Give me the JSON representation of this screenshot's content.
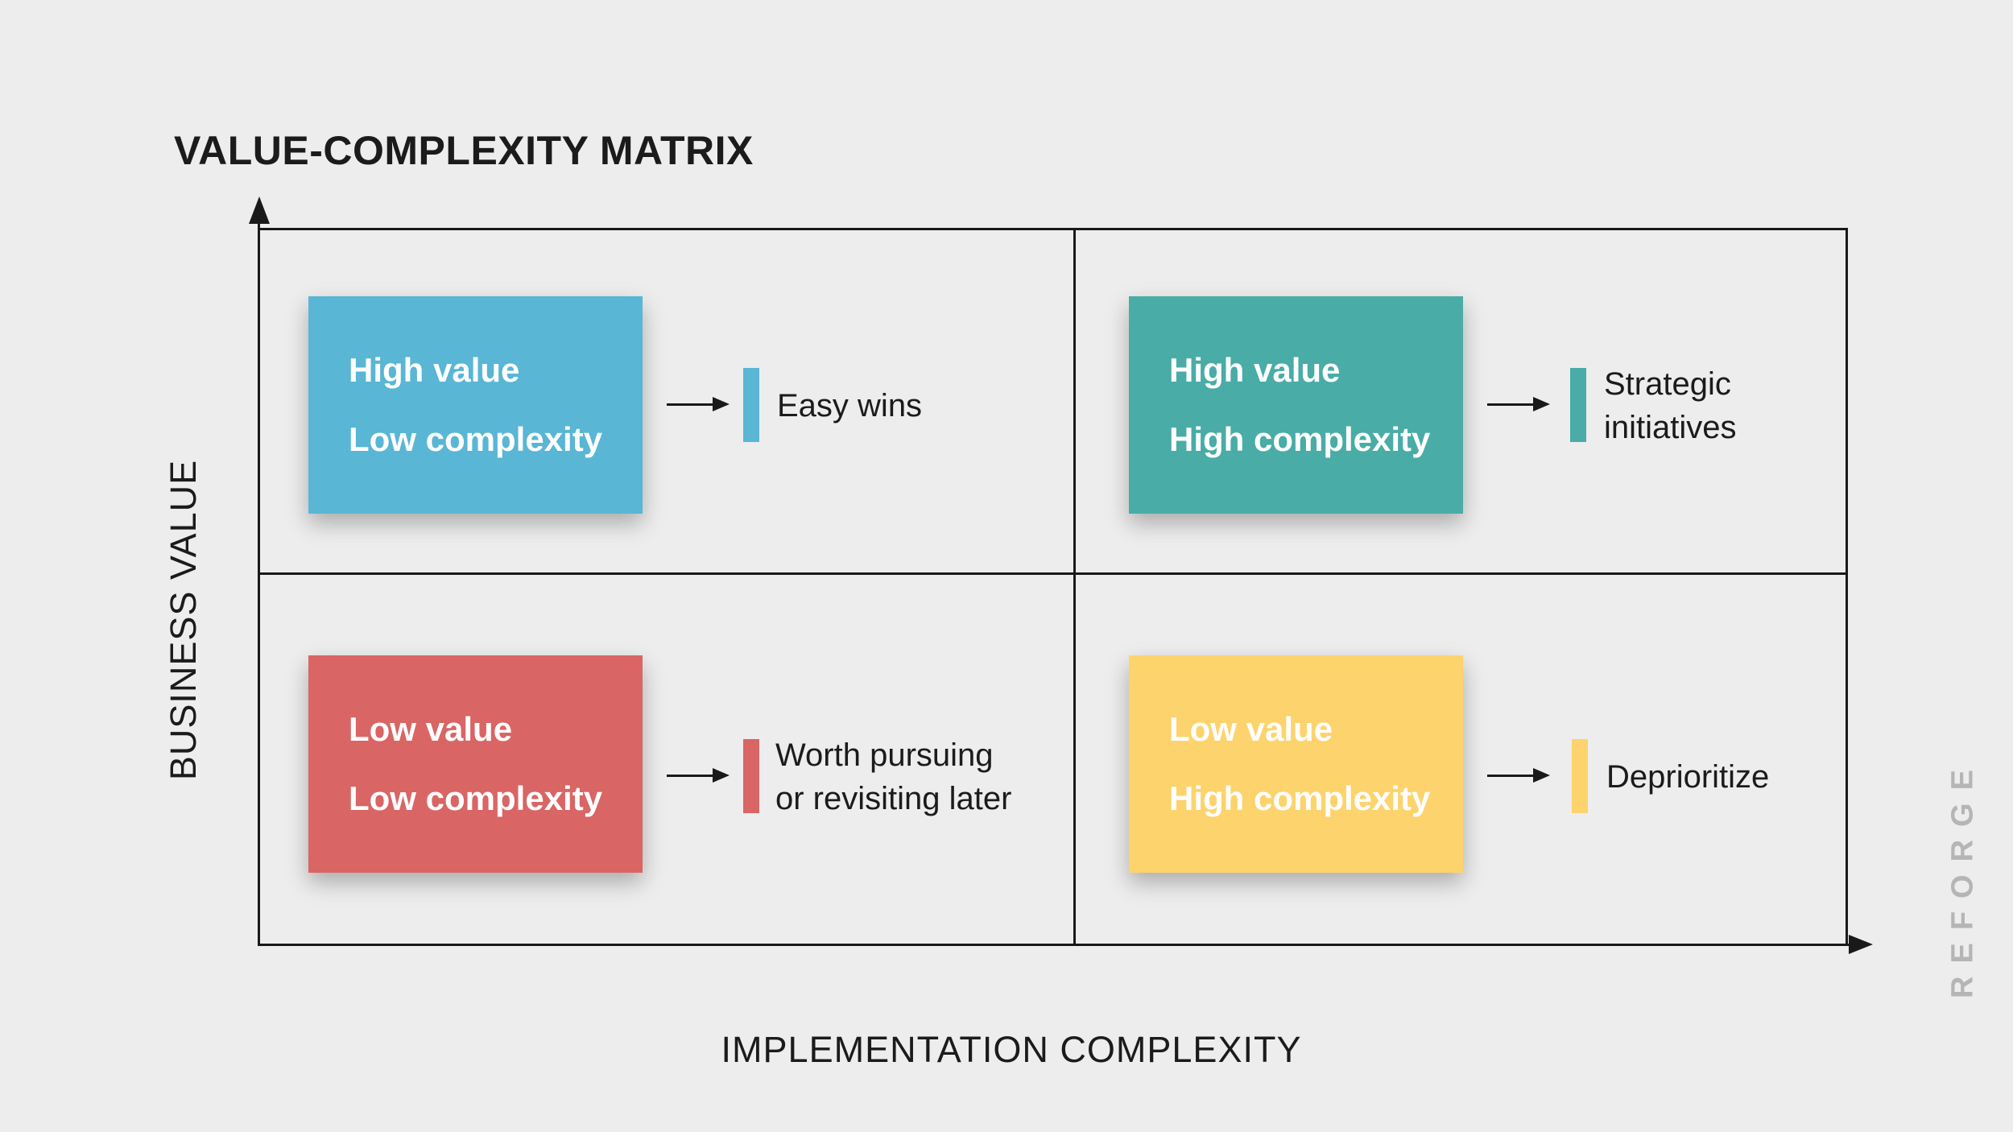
{
  "title": "VALUE-COMPLEXITY MATRIX",
  "axes": {
    "y_label": "BUSINESS VALUE",
    "x_label": "IMPLEMENTATION COMPLEXITY"
  },
  "watermark": "REFORGE",
  "colors": {
    "background": "#EDEDED",
    "axis_line": "#191919",
    "quadrant_blue": "#59B6D4",
    "quadrant_teal": "#49ACA6",
    "quadrant_red": "#D96565",
    "quadrant_yellow": "#FDD36D",
    "box_text": "#FFFFFF",
    "label_text": "#1B1B1B",
    "watermark_text": "#B5B5B5"
  },
  "quadrants": [
    {
      "position": "top-left",
      "color": "#59B6D4",
      "box_lines": [
        "High value",
        "Low complexity"
      ],
      "label_lines": [
        "Easy wins"
      ]
    },
    {
      "position": "top-right",
      "color": "#49ACA6",
      "box_lines": [
        "High value",
        "High complexity"
      ],
      "label_lines": [
        "Strategic",
        "initiatives"
      ]
    },
    {
      "position": "bottom-left",
      "color": "#D96565",
      "box_lines": [
        "Low value",
        "Low complexity"
      ],
      "label_lines": [
        "Worth pursuing",
        "or revisiting later"
      ]
    },
    {
      "position": "bottom-right",
      "color": "#FDD36D",
      "box_lines": [
        "Low value",
        "High complexity"
      ],
      "label_lines": [
        "Deprioritize"
      ]
    }
  ]
}
